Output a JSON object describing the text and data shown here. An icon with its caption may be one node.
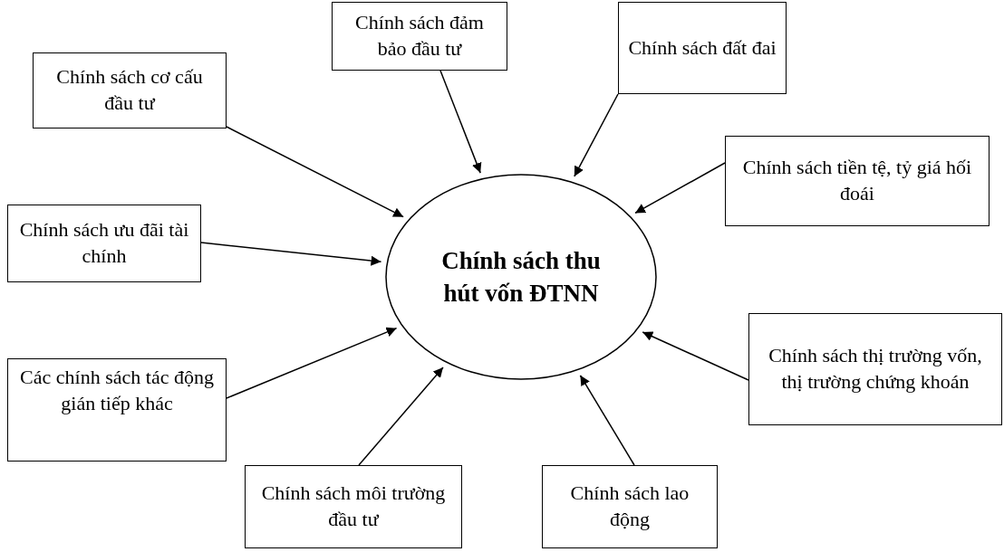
{
  "diagram": {
    "nodes": [
      {
        "text": [
          "Chính sách thu hút vốn ĐTNN"
        ]
      },
      {
        "text": [
          "Chính sách cơ cấu đầu tư"
        ]
      },
      {
        "text": [
          "Chính sách đảm bảo đầu tư"
        ]
      },
      {
        "text": [
          "Chính sách đất đai"
        ]
      },
      {
        "text": [
          "Chính sách tiền tệ, tỷ giá hối đoái"
        ]
      },
      {
        "text": [
          "Chính sách ưu đãi tài chính"
        ]
      },
      {
        "text": [
          "Chính sách thị trường vốn, thị trường chứng khoán"
        ]
      },
      {
        "text": [
          "Các chính sách tác động gián tiếp khác"
        ]
      },
      {
        "text": [
          "Chính sách môi trường đầu tư"
        ]
      },
      {
        "text": [
          "Chính sách lao động"
        ]
      }
    ],
    "edges": [
      {
        "from": 1,
        "to": 0,
        "arrow": "to"
      },
      {
        "from": 2,
        "to": 0,
        "arrow": "to"
      },
      {
        "from": 3,
        "to": 0,
        "arrow": "to"
      },
      {
        "from": 4,
        "to": 0,
        "arrow": "to"
      },
      {
        "from": 5,
        "to": 0,
        "arrow": "to"
      },
      {
        "from": 6,
        "to": 0,
        "arrow": "to"
      },
      {
        "from": 7,
        "to": 0,
        "arrow": "to"
      },
      {
        "from": 8,
        "to": 0,
        "arrow": "to"
      },
      {
        "from": 9,
        "to": 0,
        "arrow": "to"
      }
    ]
  }
}
